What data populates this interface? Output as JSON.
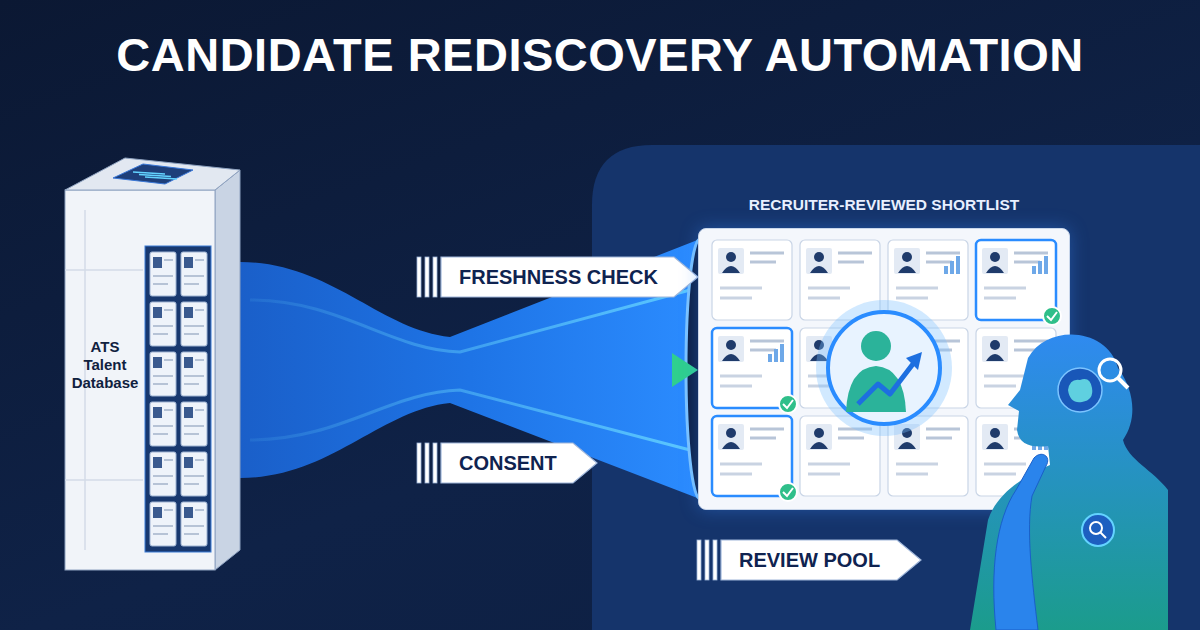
{
  "diagram": {
    "title": "CANDIDATE REDISCOVERY AUTOMATION",
    "nodes": [
      {
        "text": [
          "ATS Talent Database"
        ]
      },
      {
        "text": [
          "FRESHNESS CHECK"
        ]
      },
      {
        "text": [
          "CONSENT"
        ]
      },
      {
        "text": [
          "RECRUITER-REVIEWED SHORTLIST"
        ]
      },
      {
        "text": [
          "REVIEW POOL"
        ]
      }
    ],
    "edges": [
      {
        "from": 0,
        "to": 3,
        "arrow": "to"
      }
    ]
  }
}
